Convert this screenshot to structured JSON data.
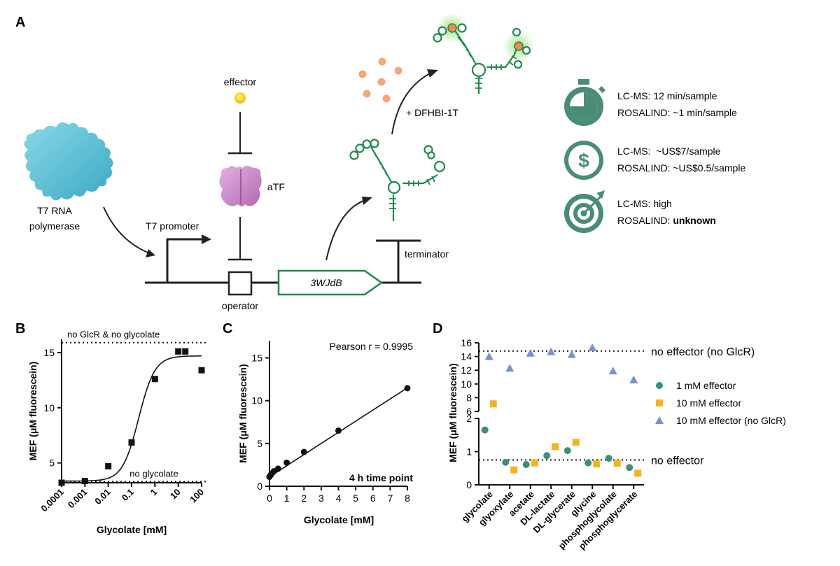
{
  "panel_a": {
    "letter": "A",
    "polymerase_label_1": "T7 RNA",
    "polymerase_label_2": "polymerase",
    "effector_label": "effector",
    "atf_label": "aTF",
    "promoter_label": "T7 promoter",
    "operator_label": "operator",
    "gene_label": "3WJdB",
    "terminator_label": "terminator",
    "dye_label": "+ DFHBI-1T",
    "colors": {
      "green": "#1e8a4a",
      "teal": "#4a8c78",
      "orange": "#f08a4b",
      "yellow": "#f5d21a",
      "cyan": "#5ec4d8",
      "purple": "#c07ac0"
    },
    "comparisons": [
      {
        "icon": "stopwatch-icon",
        "line1": "LC-MS: 12 min/sample",
        "line2": "ROSALIND: ~1 min/sample",
        "line2_bold": ""
      },
      {
        "icon": "dollar-icon",
        "line1": "LC-MS:  ~US$7/sample",
        "line2": "ROSALIND: ~US$0.5/sample",
        "line2_bold": ""
      },
      {
        "icon": "target-icon",
        "line1": "LC-MS: high",
        "line2": "ROSALIND: ",
        "line2_bold": "unknown"
      }
    ]
  },
  "panel_b": {
    "letter": "B"
  },
  "panel_c": {
    "letter": "C"
  },
  "panel_d": {
    "letter": "D"
  },
  "chart_data": [
    {
      "panel": "B",
      "type": "scatter",
      "xscale": "log",
      "xlabel": "Glycolate [mM]",
      "ylabel": "MEF (μM fluorescein)",
      "xlim": [
        0.0001,
        100
      ],
      "ylim": [
        3.2,
        16.2
      ],
      "xticks": [
        "0.0001",
        "0.001",
        "0.01",
        "0.1",
        "1",
        "10",
        "100"
      ],
      "yticks": [
        5,
        10,
        15
      ],
      "points": [
        [
          0.0001,
          3.2
        ],
        [
          0.001,
          3.35
        ],
        [
          0.01,
          4.7
        ],
        [
          0.1,
          6.85
        ],
        [
          1,
          12.6
        ],
        [
          10,
          15.1
        ],
        [
          20,
          15.1
        ],
        [
          100,
          13.4
        ]
      ],
      "fit_curve": {
        "bottom": 3.35,
        "top": 14.7,
        "ec50": 0.2,
        "hill": 1.25
      },
      "ref_lines": [
        {
          "y": 15.9,
          "label": "no GlcR & no glycolate"
        },
        {
          "y": 3.3,
          "label": "no glycolate"
        }
      ]
    },
    {
      "panel": "C",
      "type": "scatter",
      "xlabel": "Glycolate [mM]",
      "ylabel": "MEF (μM fluorescein)",
      "xlim": [
        0,
        8
      ],
      "ylim": [
        0,
        17
      ],
      "xticks": [
        0,
        1,
        2,
        3,
        4,
        5,
        6,
        7,
        8
      ],
      "yticks": [
        0,
        5,
        10,
        15
      ],
      "points": [
        [
          0,
          1.1
        ],
        [
          0.0625,
          1.3
        ],
        [
          0.125,
          1.45
        ],
        [
          0.25,
          1.75
        ],
        [
          0.5,
          2.05
        ],
        [
          1,
          2.75
        ],
        [
          2,
          4.0
        ],
        [
          4,
          6.5
        ],
        [
          8,
          11.45
        ]
      ],
      "fit_line": {
        "slope": 1.3,
        "intercept": 1.1
      },
      "annotations": [
        "Pearson r = 0.9995",
        "4 h time point"
      ]
    },
    {
      "panel": "D",
      "type": "scatter",
      "axis_break": true,
      "ylabel": "MEF (μM fluorescein)",
      "categories": [
        "glycolate",
        "glyoxylate",
        "acetate",
        "DL-lactate",
        "DL-glycerate",
        "glycine",
        "phosphoglycolate",
        "phosphoglycerate"
      ],
      "lower_ylim": [
        0,
        2
      ],
      "upper_ylim": [
        6,
        16
      ],
      "lower_yticks": [
        0,
        1,
        2
      ],
      "upper_yticks": [
        6,
        8,
        10,
        12,
        14,
        16
      ],
      "series": [
        {
          "name": "1 mM effector",
          "color": "#3f8f76",
          "marker": "circle",
          "values": [
            1.65,
            0.68,
            0.61,
            0.88,
            1.03,
            0.66,
            0.8,
            0.52
          ]
        },
        {
          "name": "10 mM effector",
          "color": "#f5b324",
          "marker": "square",
          "values": [
            7.1,
            0.45,
            0.66,
            1.15,
            1.28,
            0.63,
            0.65,
            0.35
          ]
        },
        {
          "name": "10 mM effector (no GlcR)",
          "color": "#7a90d0",
          "marker": "triangle",
          "values": [
            14.0,
            12.3,
            14.5,
            14.7,
            14.3,
            15.3,
            11.9,
            10.6
          ]
        }
      ],
      "ref_lines": [
        {
          "y": 14.8,
          "label": "no effector (no GlcR)"
        },
        {
          "y": 0.75,
          "label": "no effector"
        }
      ]
    }
  ]
}
